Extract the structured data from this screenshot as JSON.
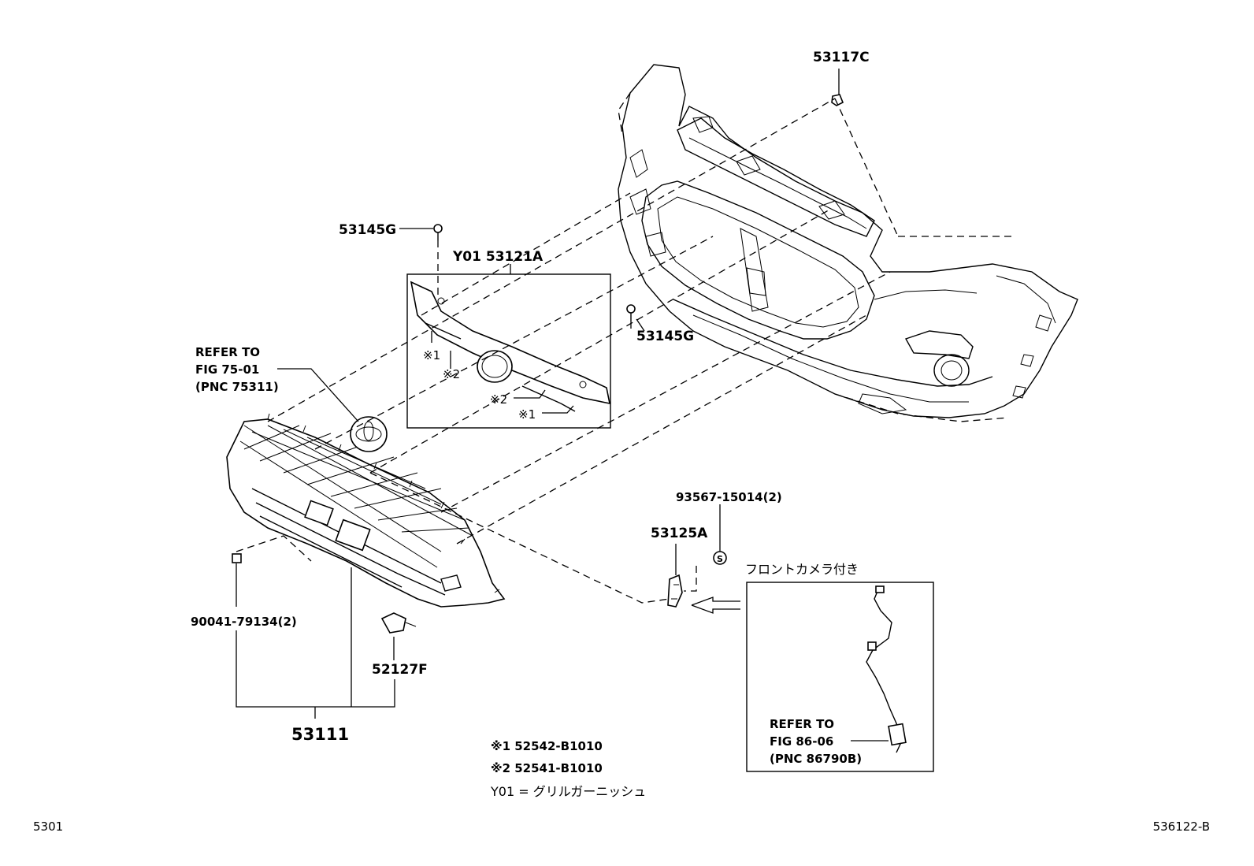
{
  "labels": {
    "p53117c": "53117C",
    "p53145g_top": "53145G",
    "p53121a": "Y01 53121A",
    "p53145g_right": "53145G",
    "refer1_line1": "REFER TO",
    "refer1_line2": "FIG 75-01",
    "refer1_line3": "(PNC 75311)",
    "mark1_upper": "※1",
    "mark2_upper": "※2",
    "mark2_lower": "※2",
    "mark1_lower": "※1",
    "p93567": "93567-15014(2)",
    "p53125a": "53125A",
    "s_symbol": "S",
    "camera_note": "フロントカメラ付き",
    "p90041": "90041-79134(2)",
    "p52127f": "52127F",
    "p53111": "53111",
    "refer2_line1": "REFER TO",
    "refer2_line2": "FIG 86-06",
    "refer2_line3": "(PNC 86790B)"
  },
  "legend": [
    "※1  52542-B1010",
    "※2  52541-B1010",
    "Y01 = グリルガーニッシュ"
  ],
  "footer": {
    "left_code": "5301",
    "right_code": "536122-B"
  }
}
